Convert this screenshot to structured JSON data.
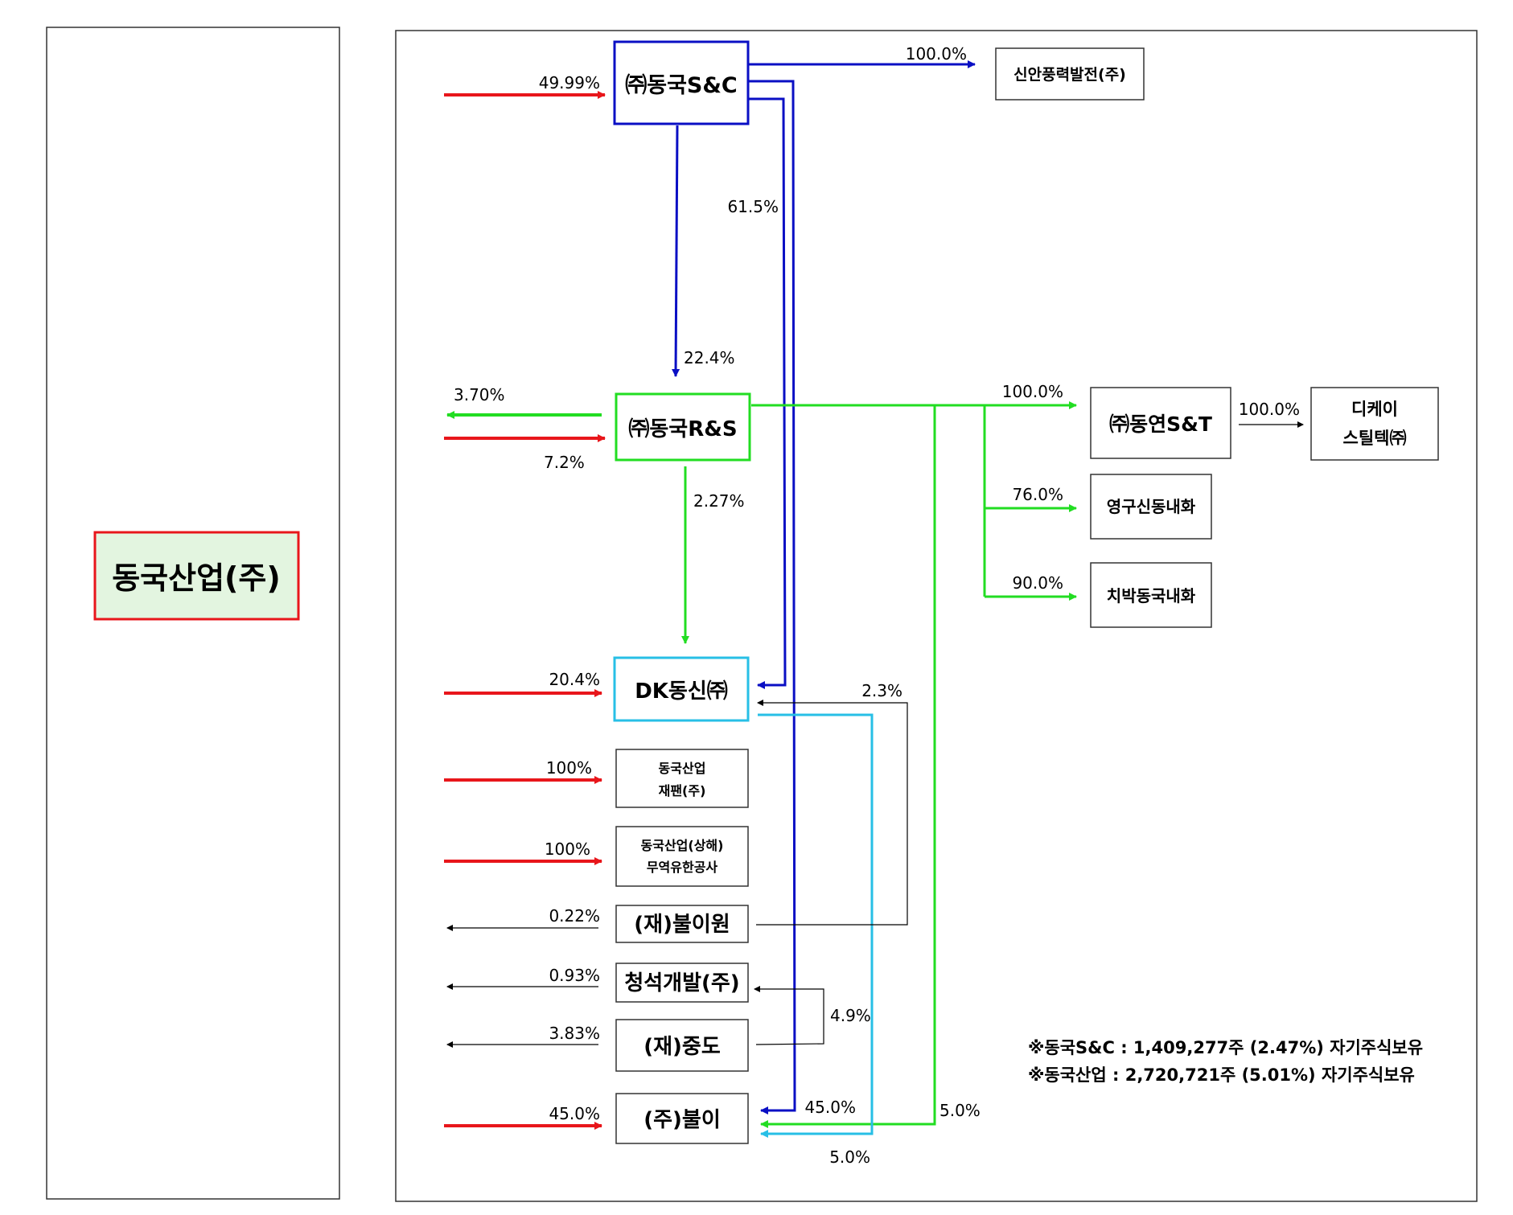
{
  "colors": {
    "red": "#e8161b",
    "blue": "#0a0fc4",
    "green": "#22dd22",
    "cyan": "#27bfe6",
    "black": "#000000",
    "parent_fill": "#e3f5e0"
  },
  "parent": {
    "label": "동국산업(주)"
  },
  "nodes": {
    "sc": "㈜동국S&C",
    "shinan": "신안풍력발전(주)",
    "rs": "㈜동국R&S",
    "dongyeon": "㈜동연S&T",
    "dk_steeltech_l1": "디케이",
    "dk_steeltech_l2": "스틸텍㈜",
    "yeonggu": "영구신동내화",
    "chibak": "치박동국내화",
    "dkdongshin": "DK동신㈜",
    "japan_l1": "동국산업",
    "japan_l2": "재팬(주)",
    "shanghai_l1": "동국산업(상해)",
    "shanghai_l2": "무역유한공사",
    "buriwon": "(재)불이원",
    "cheongseok": "청석개발(주)",
    "jungdo": "(재)중도",
    "buri": "(주)불이"
  },
  "percentages": {
    "p_sc": "49.99%",
    "p_shinan": "100.0%",
    "p_sc_bottom": "61.5%",
    "p_rs_from_sc": "22.4%",
    "p_rs_out": "3.70%",
    "p_rs_in": "7.2%",
    "p_dongyeon": "100.0%",
    "p_dk_steeltech": "100.0%",
    "p_yeonggu": "76.0%",
    "p_chibak": "90.0%",
    "p_dk_from_rs": "2.27%",
    "p_dkdongshin": "20.4%",
    "p_buriwon_dk": "2.3%",
    "p_japan": "100%",
    "p_shanghai": "100%",
    "p_buriwon": "0.22%",
    "p_cheongseok": "0.93%",
    "p_jungdo": "3.83%",
    "p_jungdo_cheong": "4.9%",
    "p_buri": "45.0%",
    "p_buri_sc": "45.0%",
    "p_buri_rs": "5.0%",
    "p_buri_dk": "5.0%"
  },
  "notes": [
    "※동국S&C : 1,409,277주  (2.47%)   자기주식보유",
    "※동국산업 : 2,720,721주  (5.01%)   자기주식보유"
  ]
}
